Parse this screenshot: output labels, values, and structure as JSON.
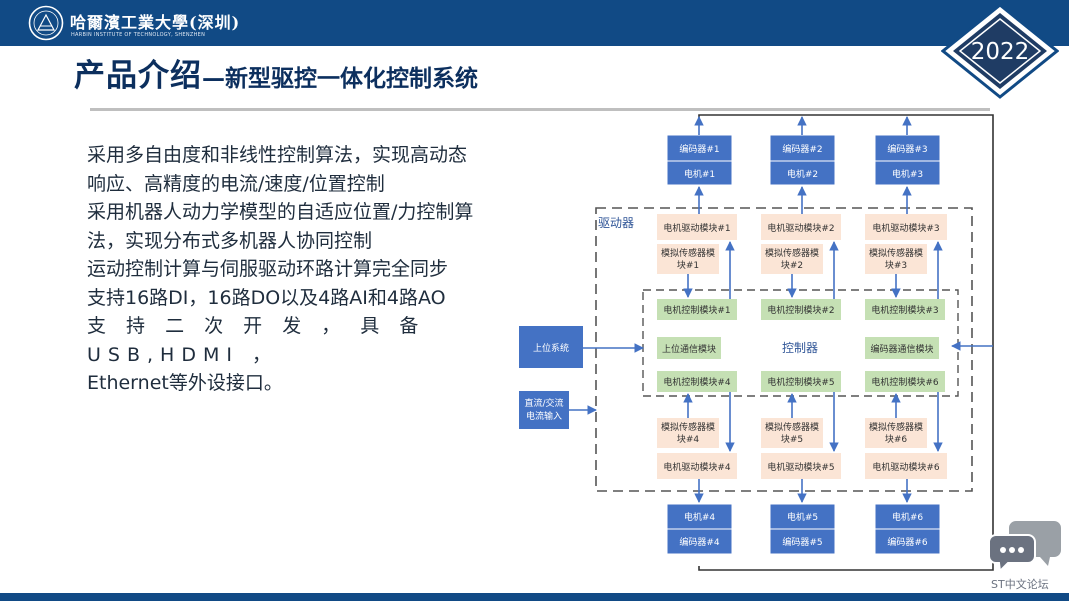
{
  "header": {
    "university_cn": "哈爾濱工業大學(深圳)",
    "university_en": "HARBIN INSTITUTE OF TECHNOLOGY, SHENZHEN",
    "year": "2022"
  },
  "slide": {
    "title_main": "产品介绍",
    "title_sub": "—新型驱控一体化控制系统",
    "paragraphs": [
      "采用多自由度和非线性控制算法，实现高动态响应、高精度的电流/速度/位置控制",
      "采用机器人动力学模型的自适应位置/力控制算法，实现分布式多机器人协同控制",
      "运动控制计算与伺服驱动环路计算完全同步",
      "支持16路DI，16路DO以及4路AI和4路AO",
      "支 持 二 次 开 发 ， 具 备 USB,HDMI ，",
      "Ethernet等外设接口。"
    ]
  },
  "diagram": {
    "driver_label": "驱动器",
    "controller_label": "控制器",
    "host_system": "上位系统",
    "power_input": [
      "直流/交流",
      "电流输入"
    ],
    "top_channels": [
      {
        "encoder": "编码器#1",
        "motor": "电机#1",
        "drive": "电机驱动模块#1",
        "sensor": [
          "模拟传感器模",
          "块#1"
        ],
        "control": "电机控制模块#1"
      },
      {
        "encoder": "编码器#2",
        "motor": "电机#2",
        "drive": "电机驱动模块#2",
        "sensor": [
          "模拟传感器模",
          "块#2"
        ],
        "control": "电机控制模块#2"
      },
      {
        "encoder": "编码器#3",
        "motor": "电机#3",
        "drive": "电机驱动模块#3",
        "sensor": [
          "模拟传感器模",
          "块#3"
        ],
        "control": "电机控制模块#3"
      }
    ],
    "bottom_channels": [
      {
        "control": "电机控制模块#4",
        "sensor": [
          "模拟传感器模",
          "块#4"
        ],
        "drive": "电机驱动模块#4",
        "motor": "电机#4",
        "encoder": "编码器#4"
      },
      {
        "control": "电机控制模块#5",
        "sensor": [
          "模拟传感器模",
          "块#5"
        ],
        "drive": "电机驱动模块#5",
        "motor": "电机#5",
        "encoder": "编码器#5"
      },
      {
        "control": "电机控制模块#6",
        "sensor": [
          "模拟传感器模",
          "块#6"
        ],
        "drive": "电机驱动模块#6",
        "motor": "电机#6",
        "encoder": "编码器#6"
      }
    ],
    "comm_upper": "上位通信模块",
    "comm_encoder": "编码器通信模块"
  },
  "watermark": {
    "text": "ST中文论坛"
  },
  "colors": {
    "navy": "#114a85",
    "title": "#0c2f5e",
    "box_blue": "#4472c4",
    "drive_peach": "#fbe5d6",
    "control_green": "#c5e0b4",
    "arrow": "#4472c4"
  }
}
